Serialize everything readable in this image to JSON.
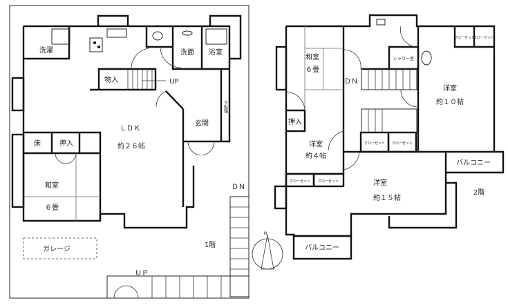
{
  "floor1": {
    "floor_label": "1階",
    "rooms": {
      "laundry": "洗濯",
      "washroom": "洗面",
      "bath": "浴室",
      "storage": "物入",
      "up_stairs": "UP",
      "ldk": "ＬＤＫ",
      "ldk_size": "約２６帖",
      "entrance": "玄関",
      "shoe_cabinet": "下駄箱",
      "tokonoma": "床",
      "oshiire": "押入",
      "washitsu": "和室",
      "washitsu_size": "６畳",
      "garage": "ガレージ",
      "outside_dn": "ＤＮ",
      "outside_up": "ＵＰ"
    }
  },
  "floor2": {
    "floor_label": "2階",
    "rooms": {
      "washitsu": "和室",
      "washitsu_size": "６畳",
      "shower": "シャワー室",
      "dn": "ＤＮ",
      "closet": "クローゼット",
      "western10": "洋室",
      "western10_size": "約１０帖",
      "oshiire": "押入",
      "western4": "洋室",
      "western4_size": "約４帖",
      "balcony": "バルコニー",
      "western15": "洋室",
      "western15_size": "約１５帖"
    }
  },
  "compass": {
    "north": "N"
  }
}
